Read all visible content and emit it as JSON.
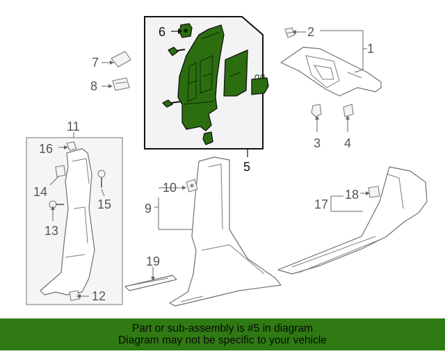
{
  "callouts": {
    "c1": "1",
    "c2": "2",
    "c3": "3",
    "c4": "4",
    "c5": "5",
    "c6": "6",
    "c7": "7",
    "c8": "8",
    "c9": "9",
    "c10": "10",
    "c11": "11",
    "c12": "12",
    "c13": "13",
    "c14": "14",
    "c15": "15",
    "c16": "16",
    "c17": "17",
    "c18": "18",
    "c19": "19"
  },
  "highlighted_part": "5",
  "colors": {
    "highlight_fill": "#2c6e0f",
    "banner_background": "#2f7a12",
    "line_gray": "#6f6f6f"
  },
  "banner": {
    "line1": "Part or sub-assembly is #5 in diagram",
    "line2": "Diagram may not be specific to your vehicle"
  }
}
